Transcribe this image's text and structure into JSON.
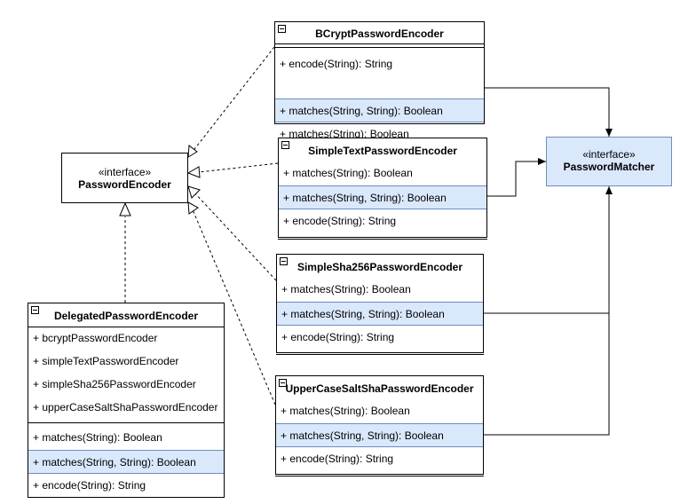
{
  "interfaces": {
    "password_encoder": {
      "stereotype": "«interface»",
      "name": "PasswordEncoder"
    },
    "password_matcher": {
      "stereotype": "«interface»",
      "name": "PasswordMatcher"
    }
  },
  "classes": {
    "bcrypt": {
      "name": "BCryptPasswordEncoder",
      "members": [
        "+ encode(String): String",
        "+ matches(String, String): Boolean",
        "+ matches(String): Boolean"
      ]
    },
    "simple_text": {
      "name": "SimpleTextPasswordEncoder",
      "members": [
        "+ matches(String): Boolean",
        "+ matches(String, String): Boolean",
        "+ encode(String): String"
      ]
    },
    "simple_sha256": {
      "name": "SimpleSha256PasswordEncoder",
      "members": [
        "+ matches(String): Boolean",
        "+ matches(String, String): Boolean",
        "+ encode(String): String"
      ]
    },
    "upper_case_salt": {
      "name": "UpperCaseSaltShaPasswordEncoder",
      "members": [
        "+ matches(String): Boolean",
        "+ matches(String, String): Boolean",
        "+ encode(String): String"
      ]
    },
    "delegated": {
      "name": "DelegatedPasswordEncoder",
      "fields": [
        "+ bcryptPasswordEncoder",
        "+ simpleTextPasswordEncoder",
        "+ simpleSha256PasswordEncoder",
        "+ upperCaseSaltShaPasswordEncoder"
      ],
      "methods": [
        "+ matches(String): Boolean",
        "+ matches(String, String): Boolean",
        "+ encode(String): String"
      ]
    }
  },
  "colors": {
    "highlight_fill": "#dae8fc",
    "highlight_border": "#6c8ebf",
    "interface_fill": "#dae8fc"
  }
}
